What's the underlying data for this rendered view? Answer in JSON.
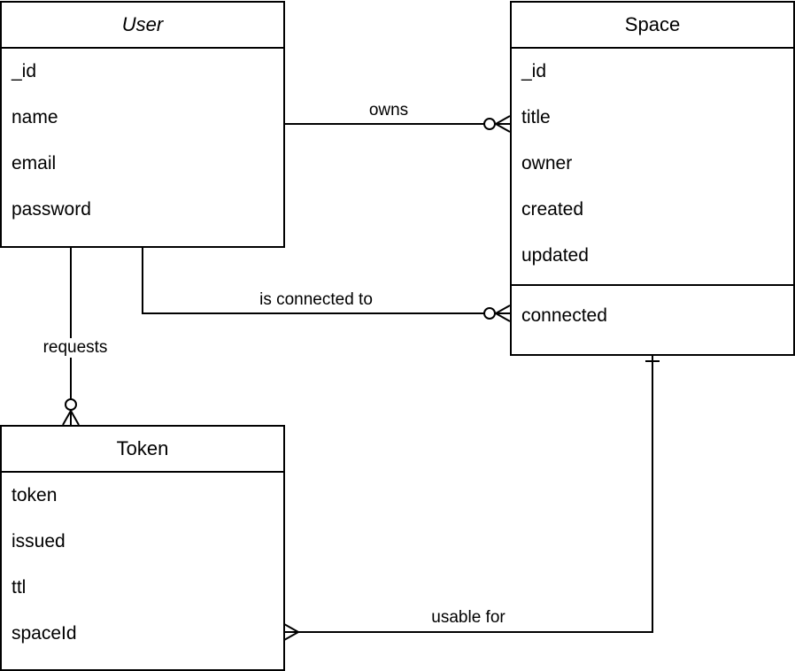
{
  "entities": {
    "user": {
      "title": "User",
      "fields": [
        "_id",
        "name",
        "email",
        "password"
      ]
    },
    "space": {
      "title": "Space",
      "fields": [
        "_id",
        "title",
        "owner",
        "created",
        "updated"
      ],
      "extra_fields": [
        "connected"
      ]
    },
    "token": {
      "title": "Token",
      "fields": [
        "token",
        "issued",
        "ttl",
        "spaceId"
      ]
    }
  },
  "relationships": {
    "owns": "owns",
    "is_connected_to": "is connected to",
    "requests": "requests",
    "usable_for": "usable for"
  }
}
